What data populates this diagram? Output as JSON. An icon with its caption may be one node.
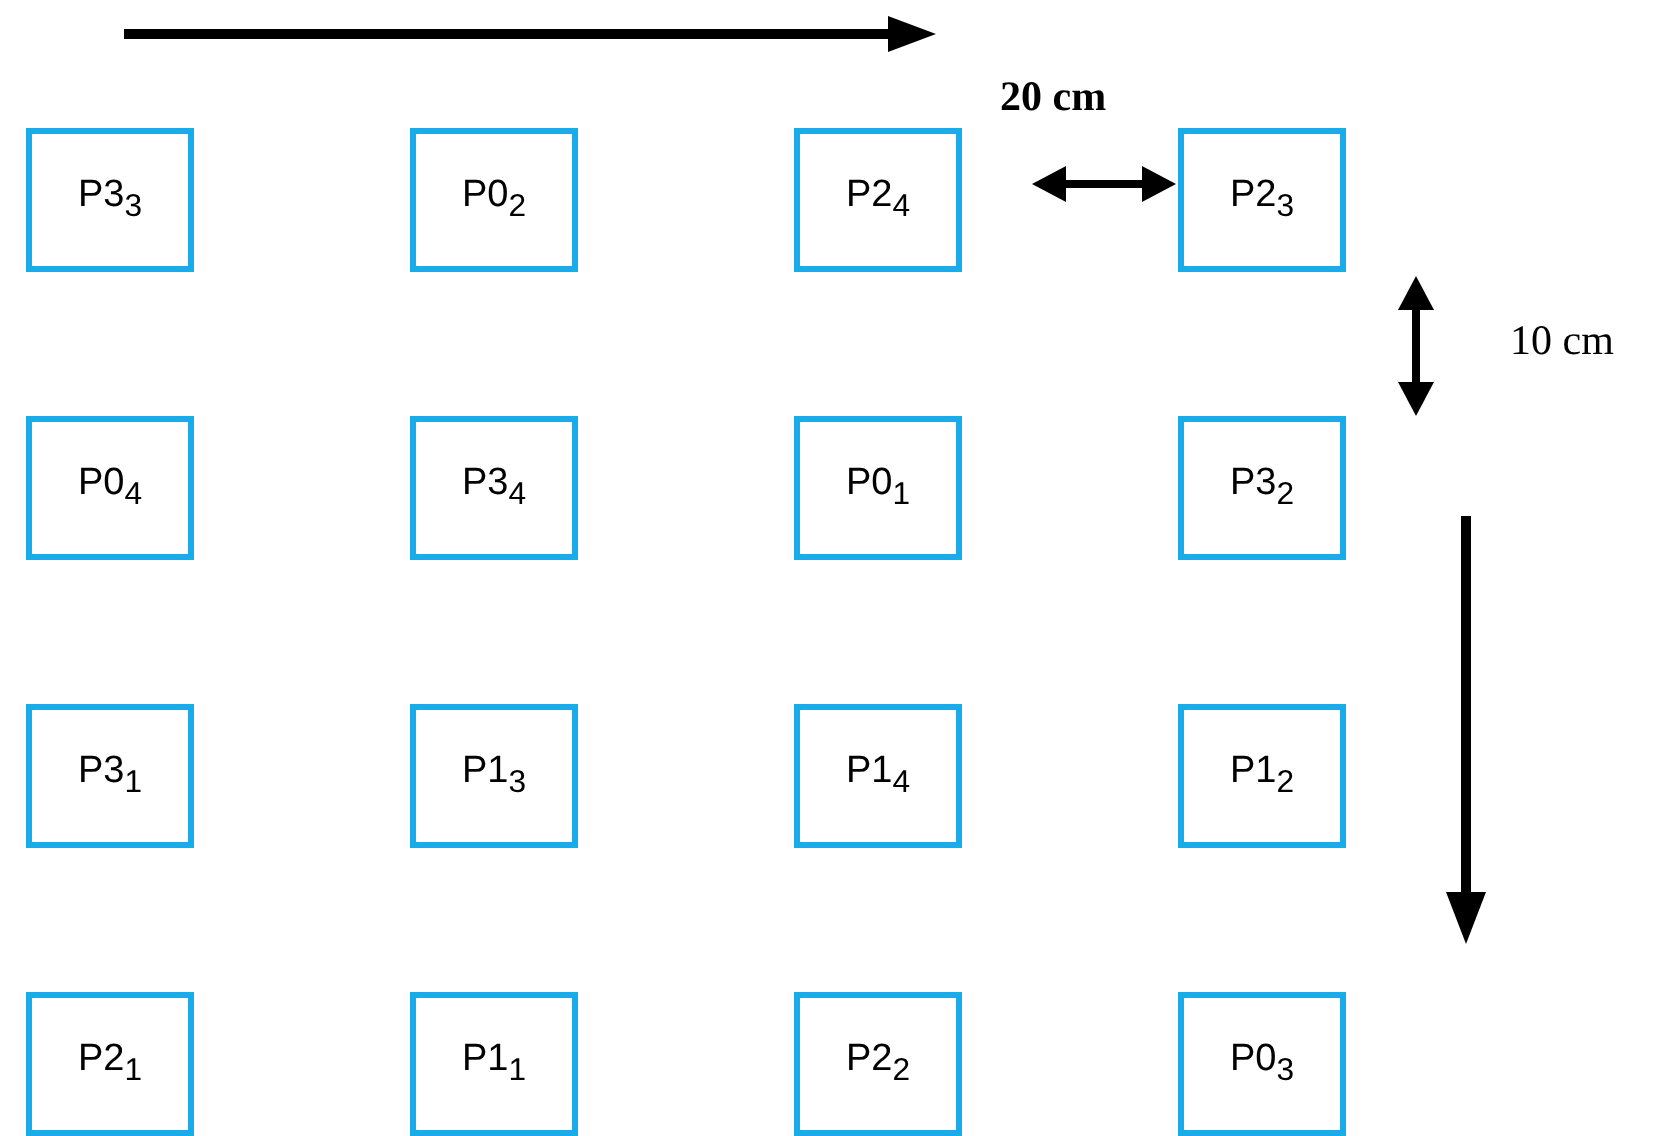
{
  "diagram": {
    "nodes": [
      {
        "text": [
          "P3$_{3}$"
        ]
      },
      {
        "text": [
          "P0$_{2}$"
        ]
      },
      {
        "text": [
          "P2$_{4}$"
        ]
      },
      {
        "text": [
          "P2$_{3}$"
        ]
      },
      {
        "text": [
          "P0$_{4}$"
        ]
      },
      {
        "text": [
          "P3$_{4}$"
        ]
      },
      {
        "text": [
          "P0$_{1}$"
        ]
      },
      {
        "text": [
          "P3$_{2}$"
        ]
      },
      {
        "text": [
          "P3$_{1}$"
        ]
      },
      {
        "text": [
          "P1$_{3}$"
        ]
      },
      {
        "text": [
          "P1$_{4}$"
        ]
      },
      {
        "text": [
          "P1$_{2}$"
        ]
      },
      {
        "text": [
          "P2$_{1}$"
        ]
      },
      {
        "text": [
          "P1$_{1}$"
        ]
      },
      {
        "text": [
          "P2$_{2}$"
        ]
      },
      {
        "text": [
          "P0$_{3}$"
        ]
      }
    ],
    "labels": [
      "20 cm",
      "10 cm"
    ]
  }
}
